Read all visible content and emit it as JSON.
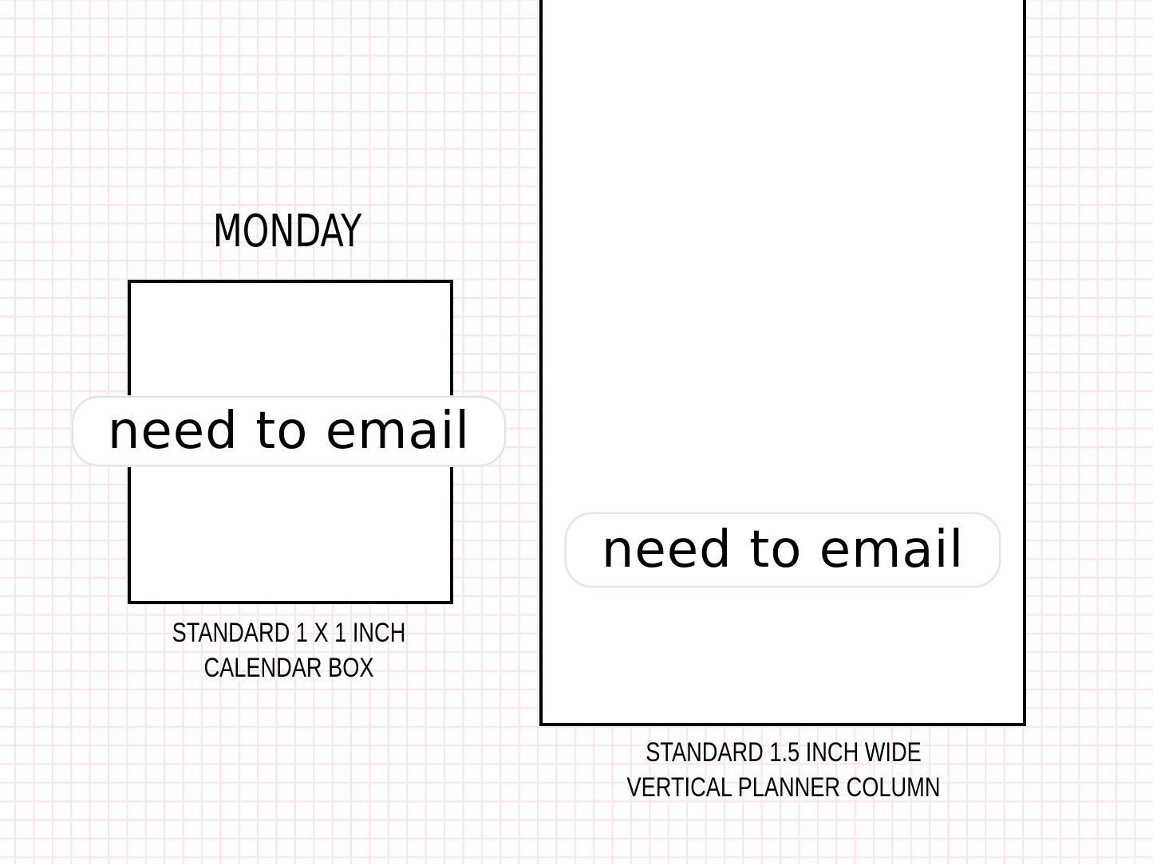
{
  "calendar_example": {
    "day_heading": "Monday",
    "sticker_text": "need to email",
    "caption_line1": "Standard 1 x 1 inch",
    "caption_line2": "Calendar box"
  },
  "vertical_example": {
    "sticker_text": "need to email",
    "caption_line1": "Standard 1.5 inch wide",
    "caption_line2": "Vertical planner column"
  },
  "colors": {
    "grid": "#fce4ec",
    "outline": "#000000",
    "sticker_border": "#e4e4e4"
  }
}
